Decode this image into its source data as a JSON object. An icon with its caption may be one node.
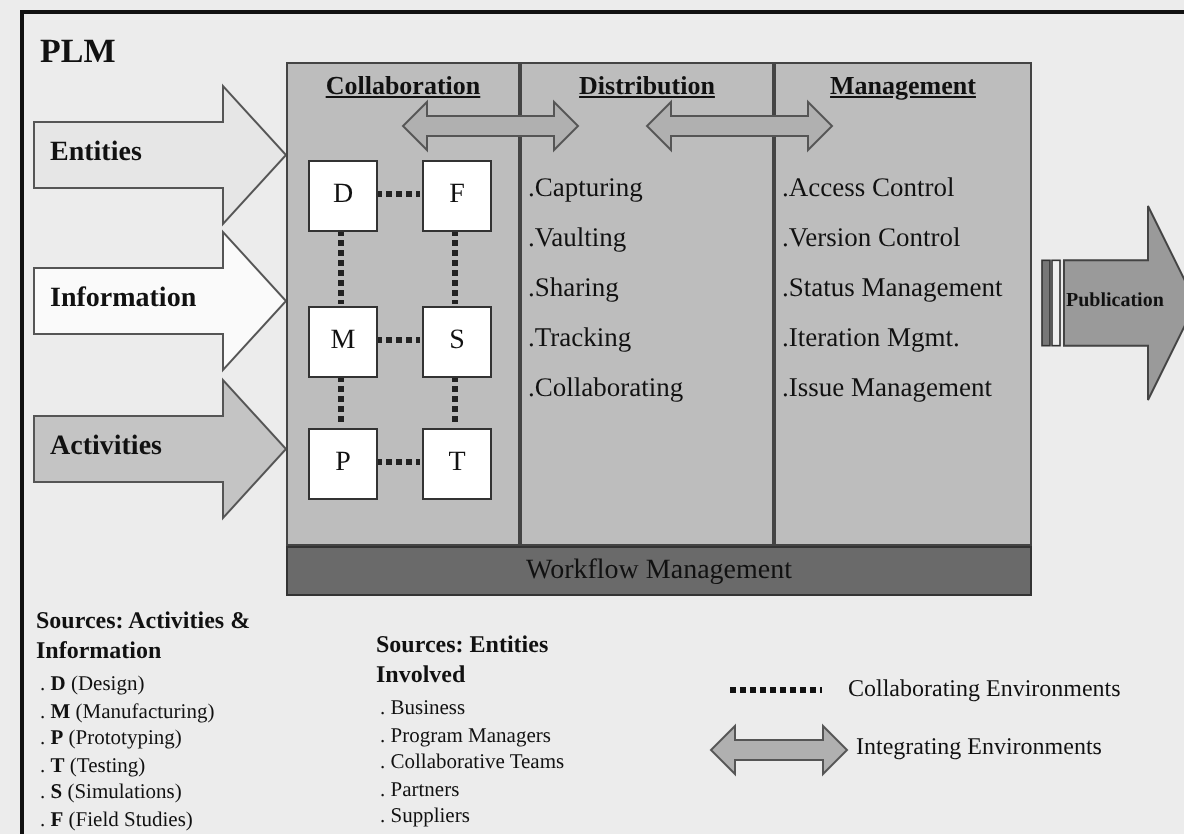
{
  "diagram": {
    "title": "PLM",
    "nodes": [
      {
        "text": [
          "Entities"
        ]
      },
      {
        "text": [
          "Information"
        ]
      },
      {
        "text": [
          "Activities"
        ]
      },
      {
        "text": [
          "Collaboration"
        ]
      },
      {
        "text": [
          "Distribution",
          ".Capturing",
          ".Vaulting",
          ".Sharing",
          ".Tracking",
          ".Collaborating"
        ]
      },
      {
        "text": [
          "Management",
          ".Access Control",
          ".Version Control",
          ".Status Management",
          ".Iteration Mgmt.",
          ".Issue Management"
        ]
      },
      {
        "text": [
          "D"
        ],
        "in": 3
      },
      {
        "text": [
          "F"
        ],
        "in": 3
      },
      {
        "text": [
          "M"
        ],
        "in": 3
      },
      {
        "text": [
          "S"
        ],
        "in": 3
      },
      {
        "text": [
          "P"
        ],
        "in": 3
      },
      {
        "text": [
          "T"
        ],
        "in": 3
      },
      {
        "text": [
          "Publication"
        ]
      },
      {
        "text": [
          "Workflow Management"
        ]
      }
    ],
    "edges": [
      {
        "from": 6,
        "to": 7,
        "arrow": "none",
        "style": "dashed"
      },
      {
        "from": 6,
        "to": 8,
        "arrow": "none",
        "style": "dashed"
      },
      {
        "from": 7,
        "to": 9,
        "arrow": "none",
        "style": "dashed"
      },
      {
        "from": 8,
        "to": 9,
        "arrow": "none",
        "style": "dashed"
      },
      {
        "from": 8,
        "to": 10,
        "arrow": "none",
        "style": "dashed"
      },
      {
        "from": 9,
        "to": 11,
        "arrow": "none",
        "style": "dashed"
      },
      {
        "from": 10,
        "to": 11,
        "arrow": "none",
        "style": "dashed"
      },
      {
        "from": 3,
        "to": 4,
        "arrow": "both",
        "style": "thick"
      },
      {
        "from": 4,
        "to": 5,
        "arrow": "both",
        "style": "thick"
      }
    ],
    "labels": [
      "Sources: Activities & Information",
      ". **D** (Design)",
      ". **M** (Manufacturing)",
      ". **P** (Prototyping)",
      ". **T** (Testing)",
      ". **S** (Simulations)",
      ". **F** (Field Studies)",
      "Sources: Entities Involved",
      ". Business",
      ". Program Managers",
      ". Collaborative Teams",
      ". Partners",
      ". Suppliers"
    ],
    "legend": [
      {
        "text": "Collaborating Environments"
      },
      {
        "text": "Integrating Environments"
      }
    ]
  }
}
